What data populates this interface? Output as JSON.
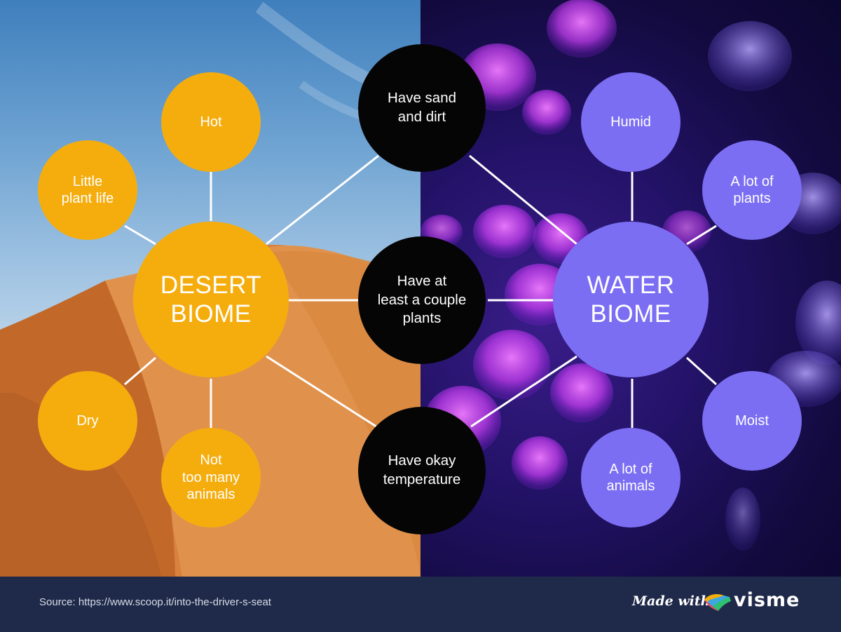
{
  "diagram": {
    "desert": {
      "title": "DESERT\nBIOME",
      "traits": [
        "Hot",
        "Little\nplant life",
        "Dry",
        "Not\ntoo many\nanimals"
      ]
    },
    "water": {
      "title": "WATER\nBIOME",
      "traits": [
        "Humid",
        "A lot of\nplants",
        "Moist",
        "A lot of\nanimals"
      ]
    },
    "shared": [
      "Have sand\nand dirt",
      "Have at\nleast a couple\nplants",
      "Have okay\ntemperature"
    ]
  },
  "colors": {
    "desert": "#f5ad0e",
    "water": "#7b6ef3",
    "shared": "#050505",
    "footer": "#1f2a4a"
  },
  "footer": {
    "source": "Source: https://www.scoop.it/into-the-driver-s-seat",
    "made_with": "Made with",
    "brand": "visme"
  }
}
